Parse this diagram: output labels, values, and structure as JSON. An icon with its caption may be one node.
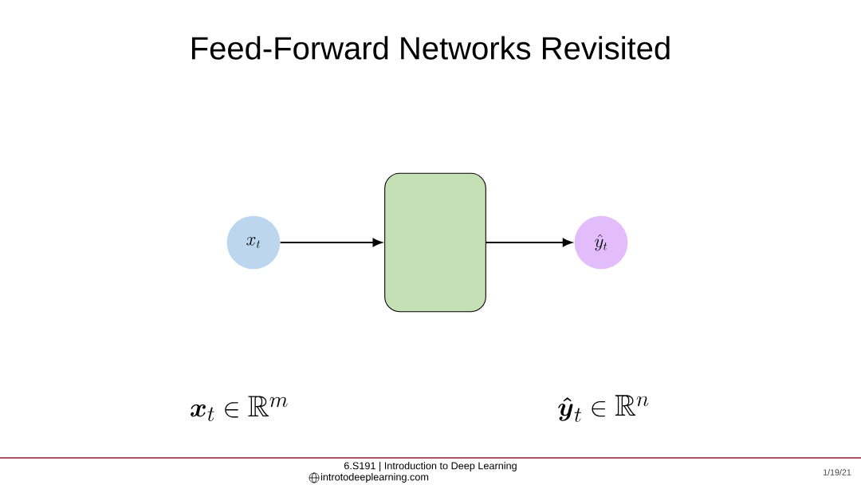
{
  "diagram": {
    "title": "Feed-Forward Networks Revisited",
    "nodes": [
      {
        "text": [
          "x_t"
        ]
      },
      {
        "text": [],
        "shape": "box"
      },
      {
        "text": [
          "\\hat{y}_t"
        ]
      }
    ],
    "edges": [
      {
        "from": 0,
        "to": 1,
        "arrow": "to"
      },
      {
        "from": 1,
        "to": 2,
        "arrow": "to"
      }
    ],
    "labels": [
      "\\boldsymbol{x}_t \\in \\mathbb{R}^m",
      "\\boldsymbol{\\hat{y}}_t \\in \\mathbb{R}^n",
      "6.S191 | Introduction to Deep Learning",
      "introtodeeplearning.com",
      "1/19/21"
    ]
  }
}
